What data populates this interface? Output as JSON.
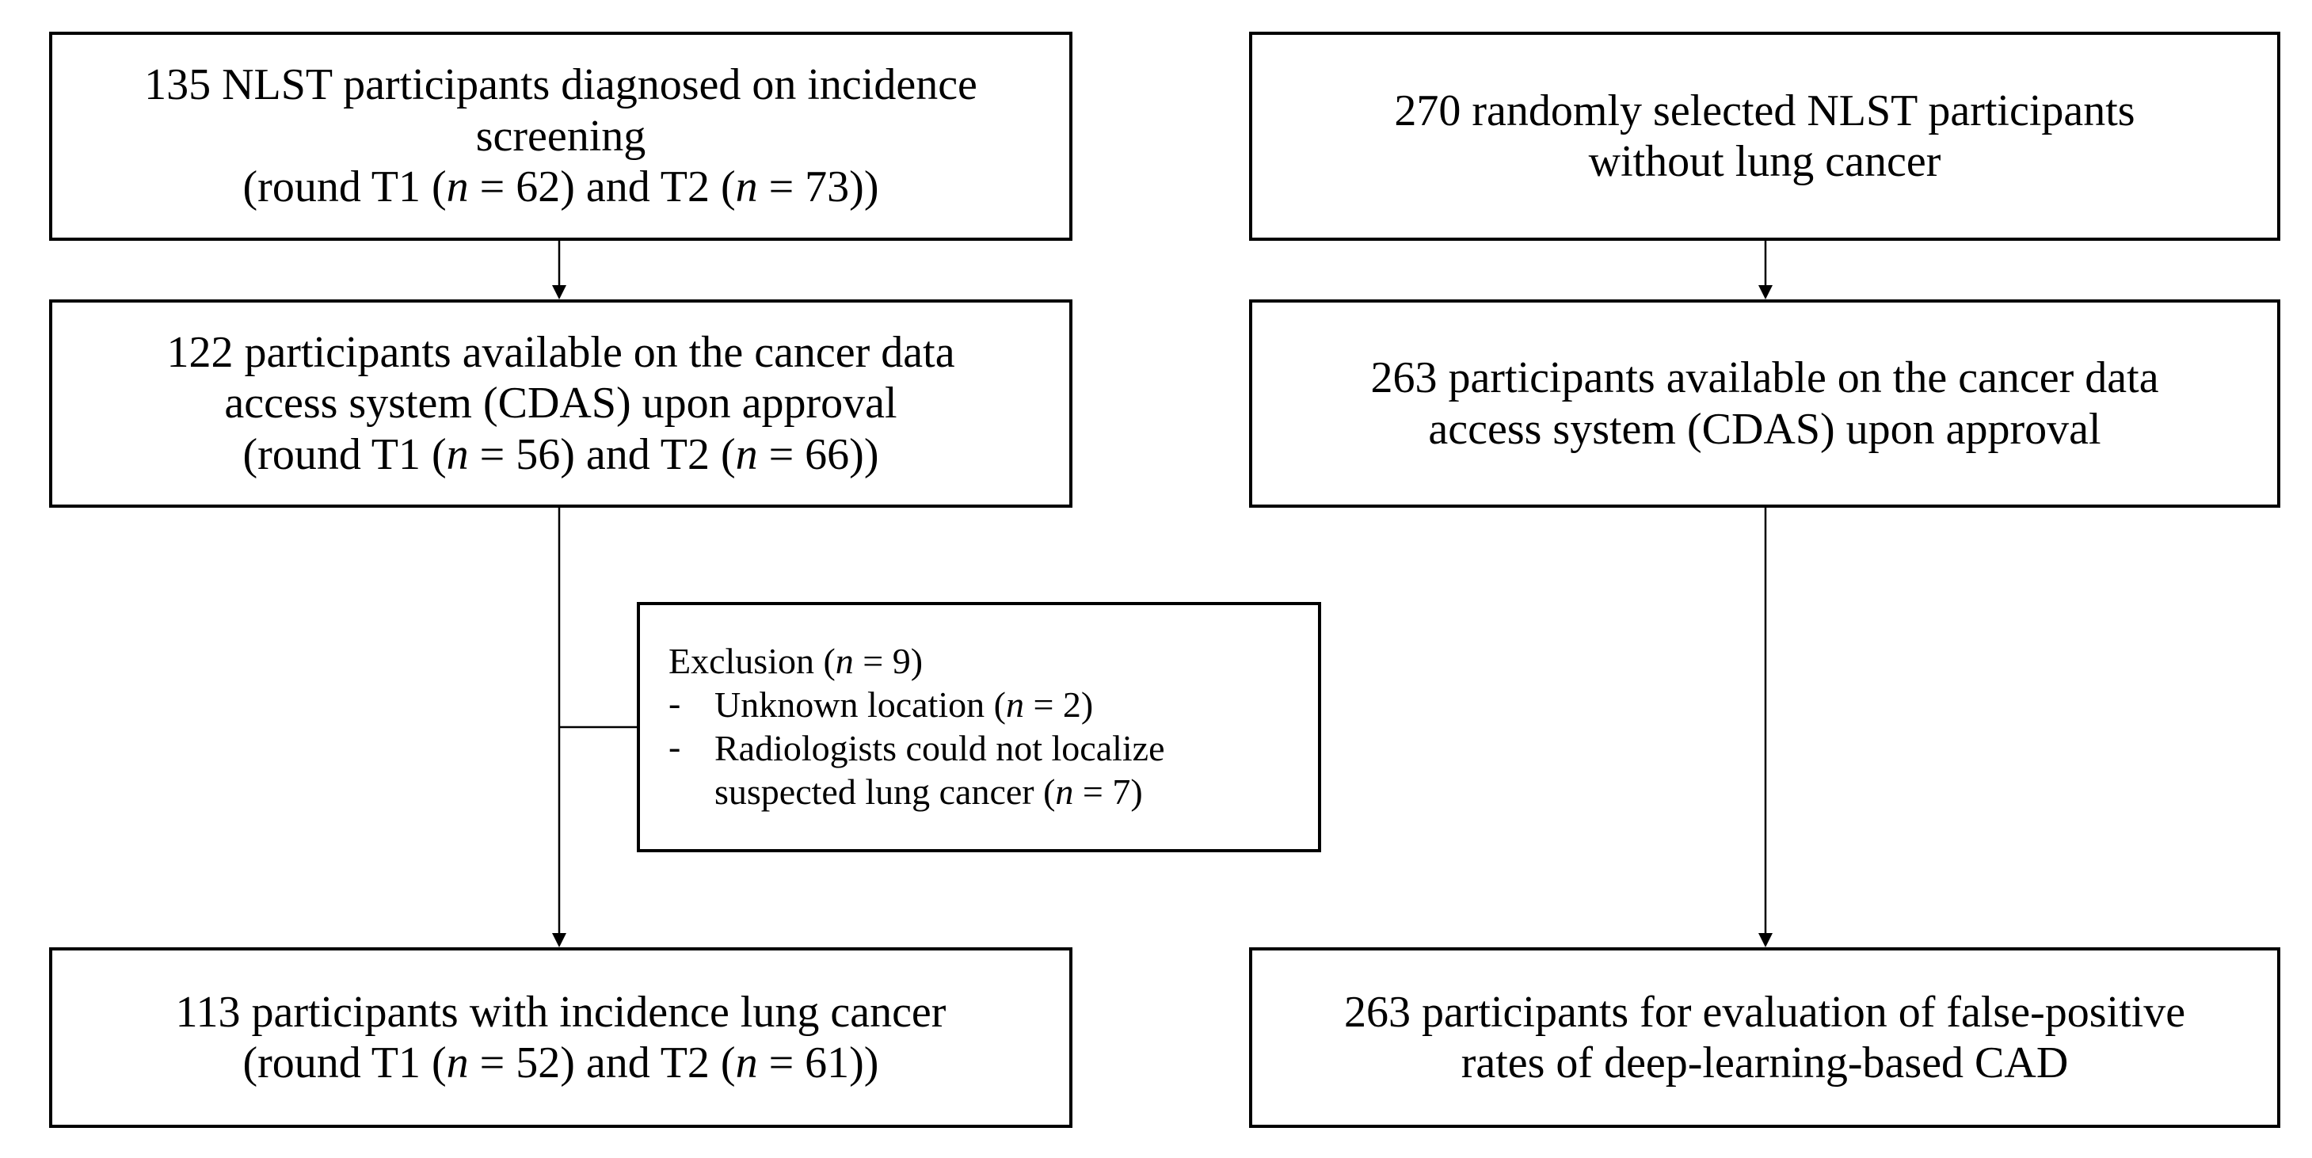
{
  "flowchart": {
    "left": {
      "box1": {
        "line1": "135 NLST participants diagnosed on incidence",
        "line2": "screening",
        "line3": "(round T1 (n = 62) and T2 (n = 73))"
      },
      "box2": {
        "line1": "122 participants available on the cancer data",
        "line2": "access system (CDAS) upon approval",
        "line3": "(round T1 (n = 56) and T2 (n = 66))"
      },
      "box3": {
        "line1": "113 participants with incidence lung cancer",
        "line2": "(round T1 (n = 52) and T2 (n = 61))"
      }
    },
    "exclusion": {
      "title": "Exclusion (n = 9)",
      "items": [
        {
          "dash": "-",
          "lines": [
            "Unknown location (n = 2)"
          ]
        },
        {
          "dash": "-",
          "lines": [
            "Radiologists could not localize",
            "suspected lung cancer (n = 7)"
          ]
        }
      ]
    },
    "right": {
      "box1": {
        "line1": "270 randomly selected NLST participants",
        "line2": "without lung cancer"
      },
      "box2": {
        "line1": "263 participants available on the cancer data",
        "line2": "access system (CDAS) upon approval"
      },
      "box3": {
        "line1": "263 participants for evaluation of false-positive",
        "line2": "rates of deep-learning-based CAD"
      }
    }
  }
}
